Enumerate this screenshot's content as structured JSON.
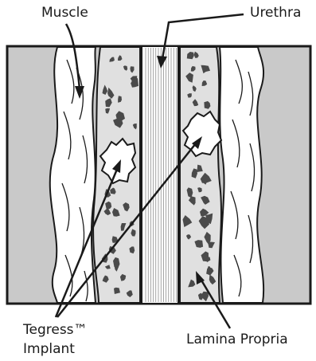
{
  "labels": {
    "muscle": "Muscle",
    "urethra": "Urethra",
    "implant_line1": "Tegress™",
    "implant_line2": "Implant",
    "lamina_propria": "Lamina Propria"
  },
  "colors": {
    "outline": "#1a1a1a",
    "outer_tissue": "#c9c9c9",
    "lamina_fill": "#e0e0e0",
    "implant_fill": "#ffffff",
    "particles": "#4a4a4a",
    "background": "#ffffff"
  }
}
